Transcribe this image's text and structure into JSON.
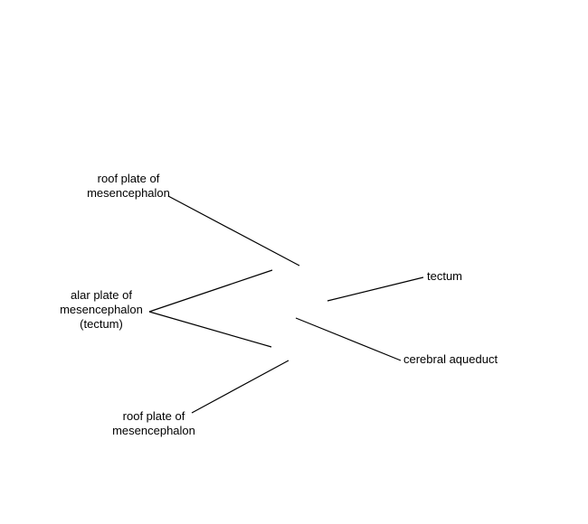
{
  "labels": {
    "roof_plate_top": [
      "roof plate of",
      "mesencephalon"
    ],
    "alar_plate": [
      "alar plate of",
      "mesencephalon",
      "(tectum)"
    ],
    "roof_plate_bottom": [
      "roof plate of",
      "mesencephalon"
    ],
    "tectum": "tectum",
    "cerebral_aqueduct": "cerebral aqueduct"
  },
  "colors": {
    "background": "#ffffff",
    "line": "#000000",
    "text": "#000000"
  }
}
